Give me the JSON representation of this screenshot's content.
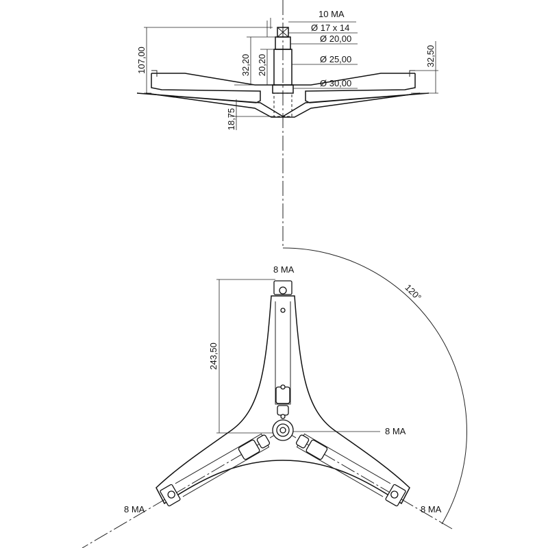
{
  "top_view": {
    "thread_top": "10 MA",
    "dia_1": "Ø 17 x 14",
    "dia_2": "Ø 20,00",
    "dia_3": "Ø 25,00",
    "dia_4": "Ø 30,00",
    "height_total": "107,00",
    "height_shaft_1": "32,20",
    "height_shaft_2": "20,20",
    "height_right": "32,50",
    "height_hub": "18,75"
  },
  "bottom_view": {
    "thread_top": "8 MA",
    "thread_center": "8 MA",
    "thread_left": "8 MA",
    "thread_right": "8 MA",
    "arm_length": "243,50",
    "angle": "120°"
  }
}
